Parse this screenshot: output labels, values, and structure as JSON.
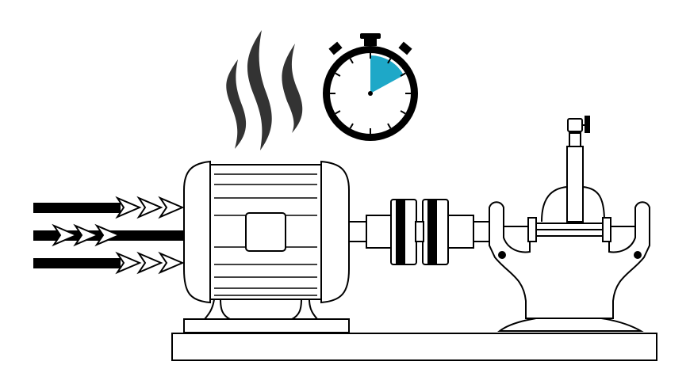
{
  "colors": {
    "outline": "#000000",
    "heat": "#333333",
    "timer_accent": "#1ea8c8",
    "background": "#ffffff"
  },
  "timer": {
    "elapsed_fraction": 0.17
  },
  "icons": [
    "heat-waves-icon",
    "stopwatch-icon",
    "input-arrows-icon",
    "electric-motor",
    "shaft-coupling",
    "split-case-pump"
  ]
}
